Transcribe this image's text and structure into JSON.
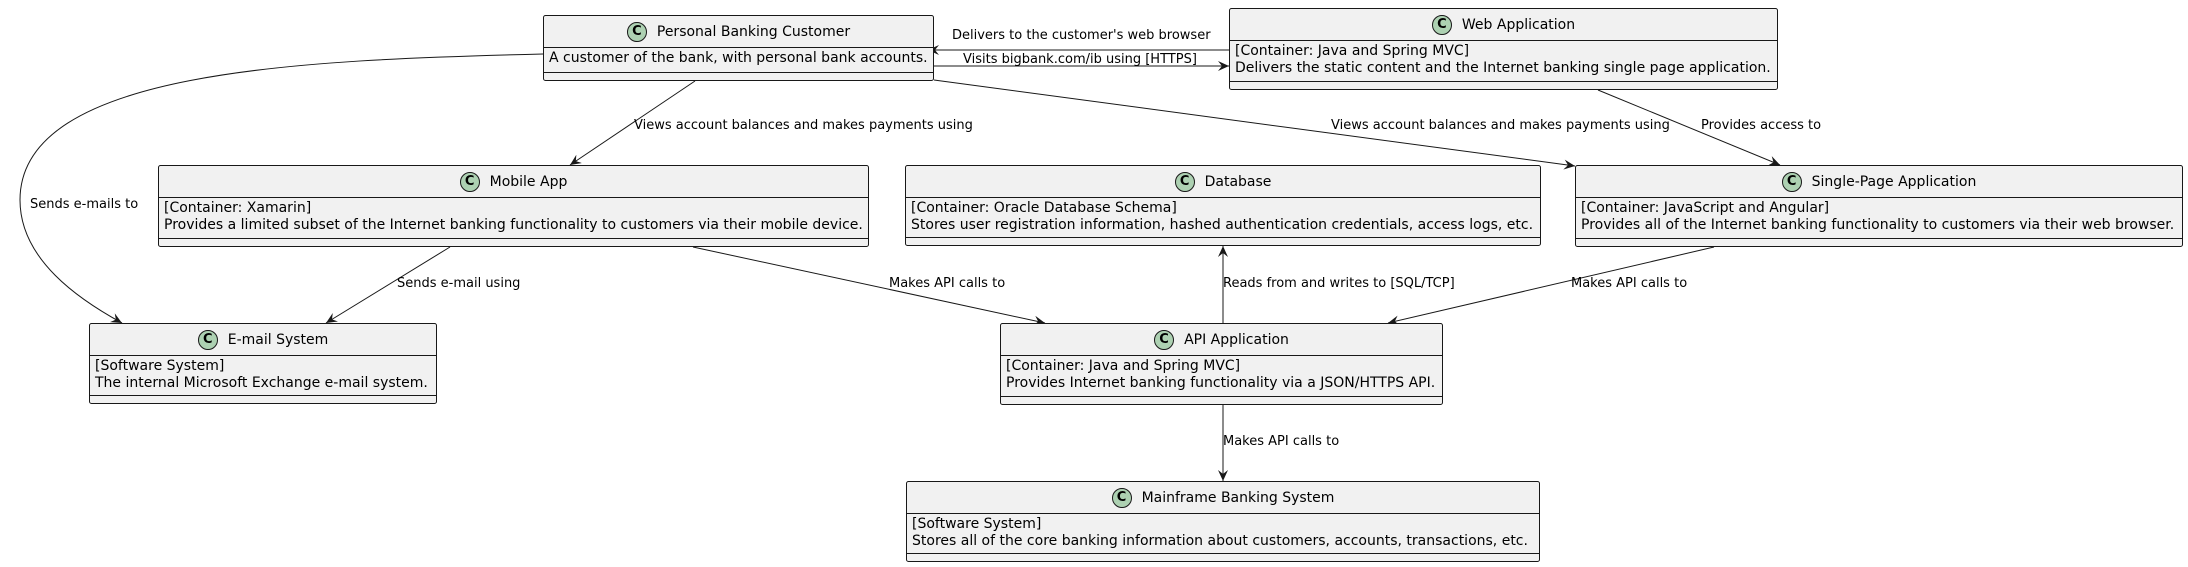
{
  "classes": {
    "customer": {
      "badge": "C",
      "name": "Personal Banking Customer",
      "lines": [
        "A customer of the bank, with personal bank accounts."
      ]
    },
    "webapp": {
      "badge": "C",
      "name": "Web Application",
      "lines": [
        "[Container: Java and Spring MVC]",
        "Delivers the static content and the Internet banking single page application."
      ]
    },
    "mobile": {
      "badge": "C",
      "name": "Mobile App",
      "lines": [
        "[Container: Xamarin]",
        "Provides a limited subset of the Internet banking functionality to customers via their mobile device."
      ]
    },
    "database": {
      "badge": "C",
      "name": "Database",
      "lines": [
        "[Container: Oracle Database Schema]",
        "Stores user registration information, hashed authentication credentials, access logs, etc."
      ]
    },
    "spa": {
      "badge": "C",
      "name": "Single-Page Application",
      "lines": [
        "[Container: JavaScript and Angular]",
        "Provides all of the Internet banking functionality to customers via their web browser."
      ]
    },
    "email": {
      "badge": "C",
      "name": "E-mail System",
      "lines": [
        "[Software System]",
        "The internal Microsoft Exchange e-mail system."
      ]
    },
    "api": {
      "badge": "C",
      "name": "API Application",
      "lines": [
        "[Container: Java and Spring MVC]",
        "Provides Internet banking functionality via a JSON/HTTPS API."
      ]
    },
    "mainframe": {
      "badge": "C",
      "name": "Mainframe Banking System",
      "lines": [
        "[Software System]",
        "Stores all of the core banking information about customers, accounts, transactions, etc."
      ]
    }
  },
  "relations": [
    {
      "id": "web-to-customer",
      "label": "Delivers to the customer's web browser"
    },
    {
      "id": "customer-to-web",
      "label": "Visits bigbank.com/ib using [HTTPS]"
    },
    {
      "id": "customer-to-mobile",
      "label": "Views account balances and makes payments using"
    },
    {
      "id": "customer-to-spa",
      "label": "Views account balances and makes payments using"
    },
    {
      "id": "web-to-spa",
      "label": "Provides access to"
    },
    {
      "id": "customer-to-email",
      "label": "Sends e-mails to"
    },
    {
      "id": "mobile-to-email",
      "label": "Sends e-mail using"
    },
    {
      "id": "mobile-to-api",
      "label": "Makes API calls to"
    },
    {
      "id": "api-to-database",
      "label": "Reads from and writes to [SQL/TCP]"
    },
    {
      "id": "spa-to-api",
      "label": "Makes API calls to"
    },
    {
      "id": "api-to-mainframe",
      "label": "Makes API calls to"
    }
  ]
}
